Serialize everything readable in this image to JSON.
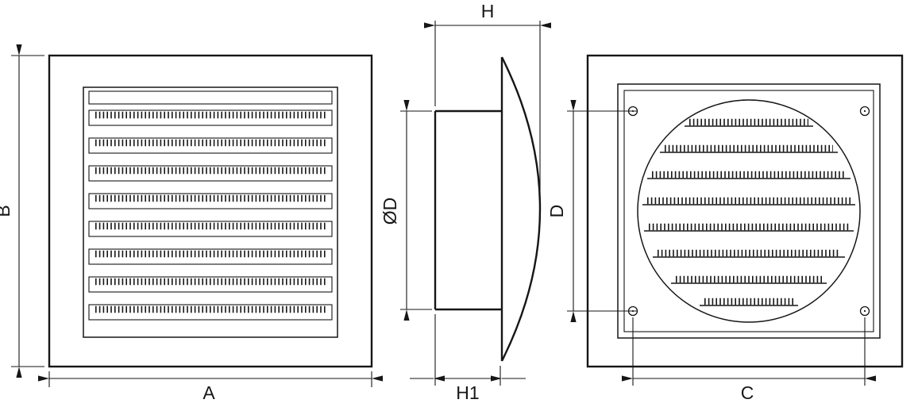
{
  "drawing": {
    "front_view": {
      "width_label": "A",
      "height_label": "B"
    },
    "side_view": {
      "total_depth_label": "H",
      "collar_depth_label": "H1",
      "duct_diameter_label": "ØD"
    },
    "back_view": {
      "duct_diameter_label": "D",
      "hole_spacing_label": "C"
    }
  },
  "colors": {
    "line_color": "#161616",
    "background": "#ffffff"
  }
}
